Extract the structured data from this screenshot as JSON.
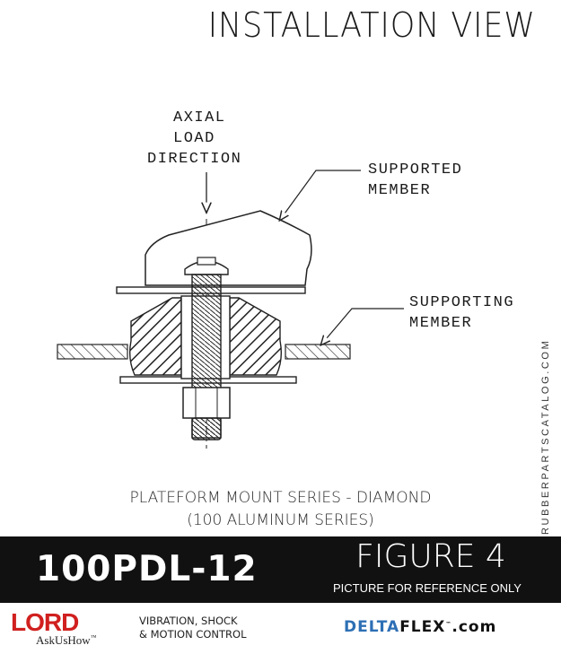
{
  "header": {
    "title": "INSTALLATION VIEW"
  },
  "drawing": {
    "label_axial_1": "AXIAL",
    "label_axial_2": "LOAD",
    "label_axial_3": "DIRECTION",
    "label_supported_1": "SUPPORTED",
    "label_supported_2": "MEMBER",
    "label_supporting_1": "SUPPORTING",
    "label_supporting_2": "MEMBER"
  },
  "side_url": "RUBBERPARTSCATALOG.COM",
  "caption": {
    "line1": "PLATEFORM MOUNT SERIES - DIAMOND",
    "line2": "(100 ALUMINUM SERIES)"
  },
  "banner": {
    "part_number": "100PDL-12",
    "figure": "FIGURE 4",
    "reference": "PICTURE FOR REFERENCE ONLY"
  },
  "footer": {
    "lord_logo": "LORD",
    "lord_tagline": "AskUsHow",
    "lord_tm": "™",
    "vibration_1": "VIBRATION, SHOCK",
    "vibration_2": "& MOTION CONTROL",
    "delta_1": "DELTA",
    "delta_2": "FLEX",
    "delta_tm": "™",
    "delta_3": ".com"
  },
  "colors": {
    "lord_red": "#d0201f",
    "delta_blue": "#2d6fb5",
    "banner_bg": "#111111"
  }
}
